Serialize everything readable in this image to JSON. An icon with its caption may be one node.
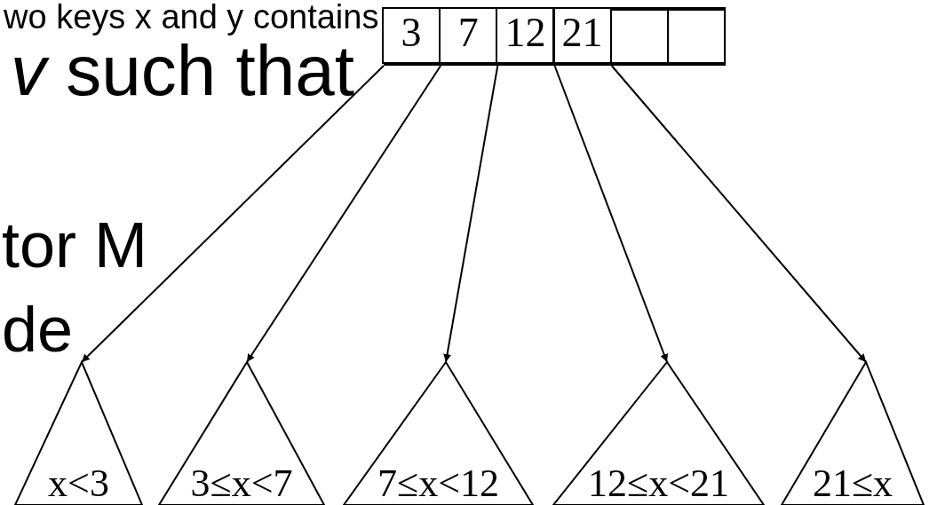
{
  "diagram": {
    "nodes": [
      {
        "text": [],
        "shape": "box"
      },
      {
        "text": [
          "3"
        ],
        "in": 0
      },
      {
        "text": [
          "7"
        ],
        "in": 0
      },
      {
        "text": [
          "12"
        ],
        "in": 0
      },
      {
        "text": [
          "21"
        ],
        "in": 0
      },
      {
        "text": [],
        "shape": "box",
        "in": 0
      },
      {
        "text": [],
        "shape": "box",
        "in": 0
      },
      {
        "text": [
          "x<3"
        ]
      },
      {
        "text": [
          "3≤x<7"
        ]
      },
      {
        "text": [
          "7≤x<12"
        ]
      },
      {
        "text": [
          "12≤x<21"
        ]
      },
      {
        "text": [
          "21≤x"
        ]
      }
    ],
    "edges": [
      {
        "from": 0,
        "to": 7,
        "arrow": "to"
      },
      {
        "from": 0,
        "to": 8,
        "arrow": "to"
      },
      {
        "from": 0,
        "to": 9,
        "arrow": "to"
      },
      {
        "from": 0,
        "to": 10,
        "arrow": "to"
      },
      {
        "from": 0,
        "to": 11,
        "arrow": "to"
      }
    ],
    "labels": [
      "wo keys x and y contains",
      "*v* such that",
      "tor M",
      "de"
    ]
  }
}
